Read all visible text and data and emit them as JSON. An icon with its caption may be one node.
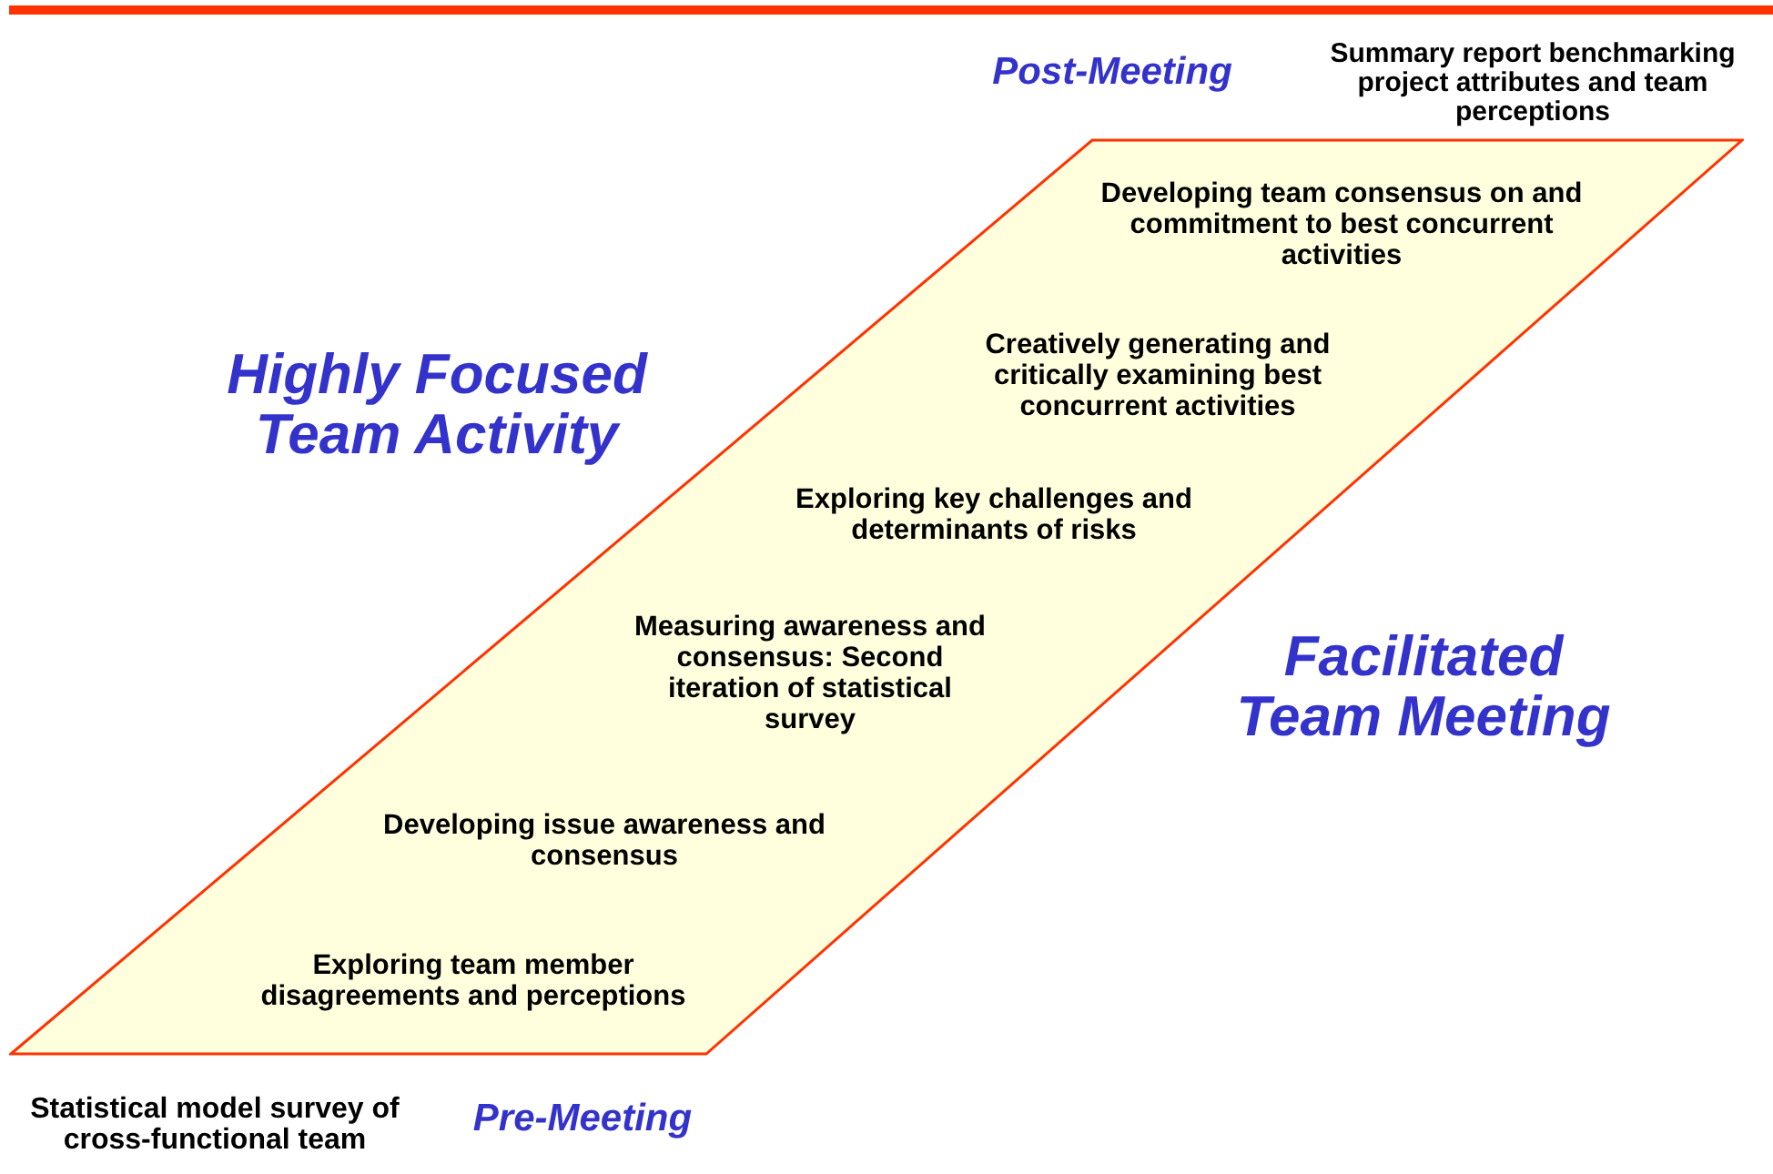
{
  "diagram": {
    "nodes": [
      {
        "text": [
          "Developing team consensus on and commitment to best concurrent activities",
          "Creatively generating and critically  examining best concurrent activities",
          "Exploring key challenges and determinants of risks",
          "Measuring awareness and consensus: Second iteration of statistical survey",
          "Developing issue awareness and consensus",
          "Exploring team member disagreements and perceptions"
        ]
      }
    ],
    "edges": [],
    "labels": [
      "Post-Meeting",
      "Summary report benchmarking project attributes and team perceptions",
      "Highly Focused Team Activity",
      "Facilitated Team Meeting",
      "Statistical model survey of cross-functional team",
      "Pre-Meeting"
    ]
  }
}
